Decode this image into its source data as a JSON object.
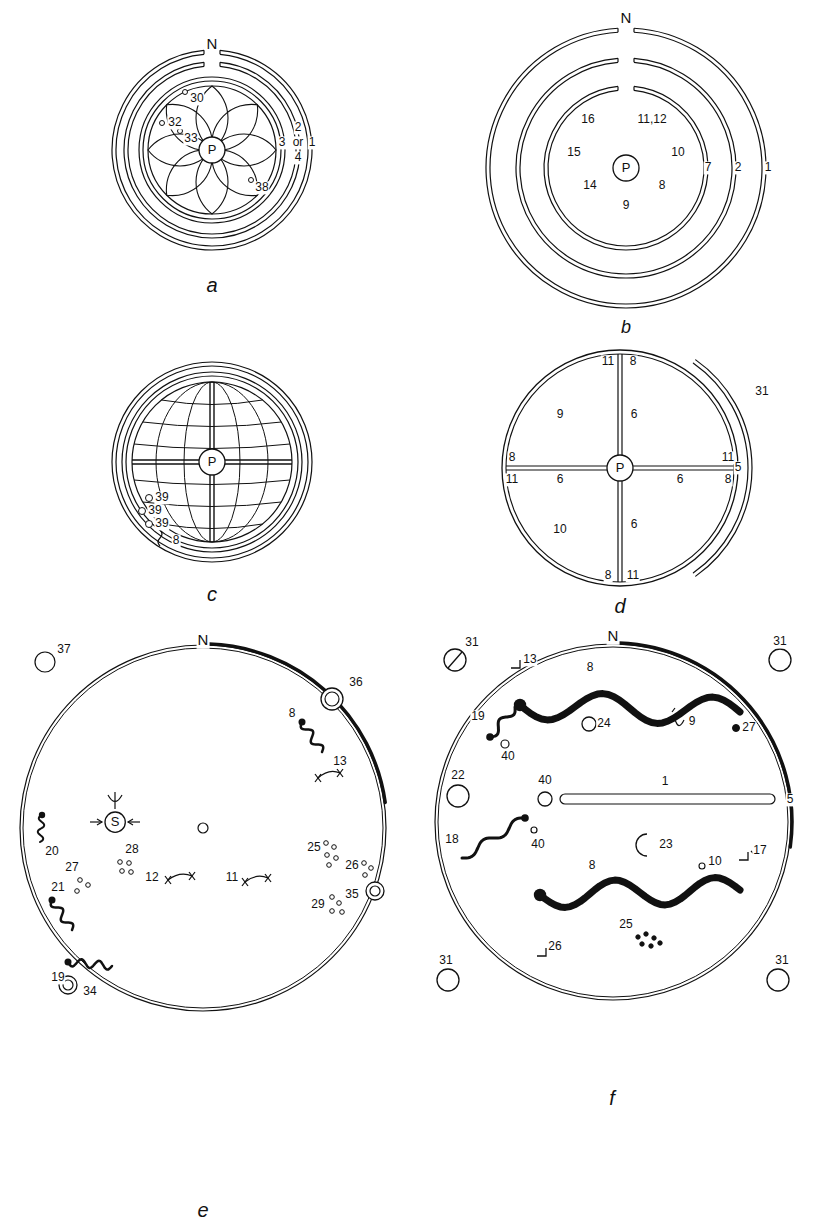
{
  "diagram": {
    "nodes": [
      {
        "text": [
          "P"
        ]
      },
      {
        "text": [
          "P"
        ]
      },
      {
        "text": [
          "P"
        ]
      },
      {
        "text": [
          "P"
        ]
      },
      {
        "text": [
          "S"
        ]
      }
    ],
    "labels": [
      "N",
      "30",
      "32",
      "33",
      "38",
      "2",
      "or",
      "4",
      "3",
      "1",
      "a",
      "N",
      "16",
      "11,12",
      "15",
      "10",
      "14",
      "8",
      "9",
      "7",
      "2",
      "1",
      "b",
      "39",
      "39",
      "39",
      "8",
      "c",
      "11",
      "8",
      "9",
      "6",
      "8",
      "11",
      "11",
      "6",
      "6",
      "8",
      "10",
      "6",
      "8",
      "11",
      "5",
      "31",
      "d",
      "N",
      "37",
      "36",
      "8",
      "13",
      "20",
      "27",
      "28",
      "21",
      "12",
      "11",
      "25",
      "26",
      "29",
      "19",
      "35",
      "34",
      "e",
      "N",
      "31",
      "31",
      "13",
      "8",
      "19",
      "40",
      "24",
      "9",
      "27",
      "22",
      "40",
      "1",
      "5",
      "18",
      "40",
      "23",
      "17",
      "10",
      "8",
      "31",
      "26",
      "25",
      "31",
      "f"
    ]
  }
}
